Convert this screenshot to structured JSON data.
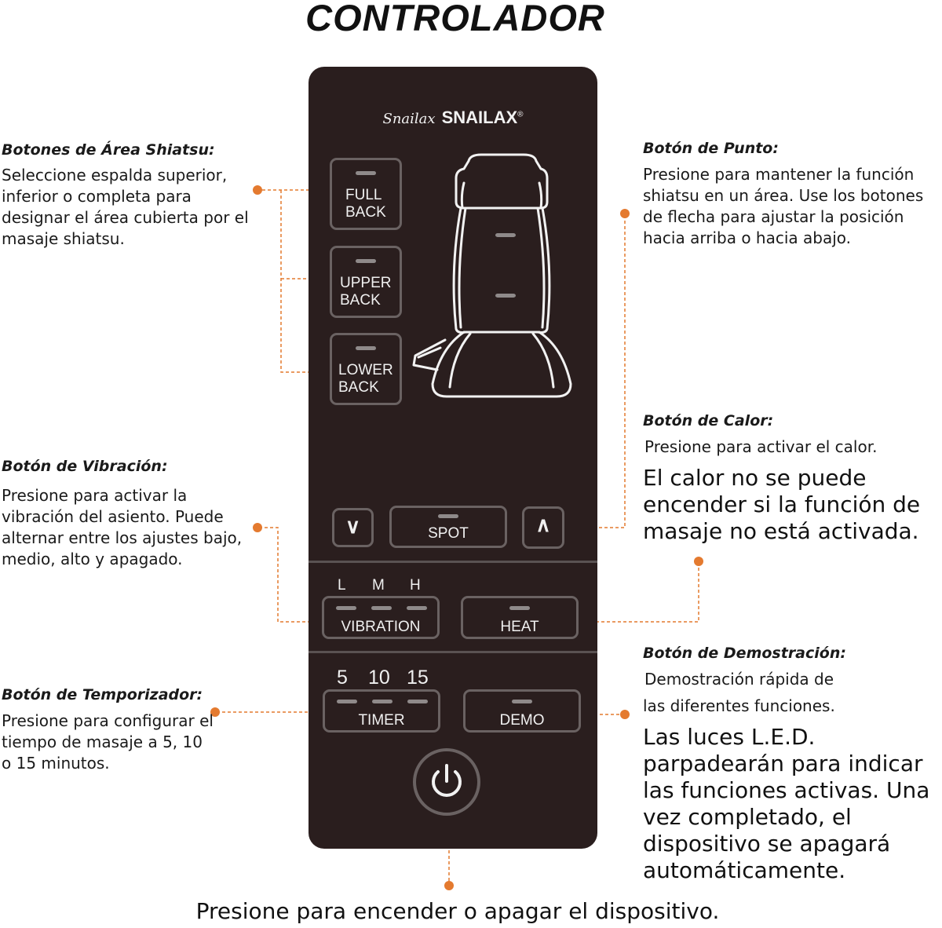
{
  "title": "CONTROLADOR",
  "brand": {
    "mark": "Snailax",
    "name": "SNAILAX",
    "registered": "®"
  },
  "buttons": {
    "full_back": [
      "FULL",
      "BACK"
    ],
    "upper_back": [
      "UPPER",
      "BACK"
    ],
    "lower_back": [
      "LOWER",
      "BACK"
    ],
    "spot": "SPOT",
    "down_arrow": "∨",
    "up_arrow": "∧",
    "vibration": "VIBRATION",
    "heat": "HEAT",
    "timer": "TIMER",
    "demo": "DEMO"
  },
  "vibration_levels": [
    "L",
    "M",
    "H"
  ],
  "timer_values": [
    "5",
    "10",
    "15"
  ],
  "annotations": {
    "shiatsu": {
      "heading": "Botones de Área Shiatsu:",
      "text": "Seleccione espalda superior, inferior o completa para designar el área cubierta por el masaje shiatsu."
    },
    "spot": {
      "heading": "Botón de Punto:",
      "text": "Presione para mantener la función shiatsu en un área. Use los botones de flecha para ajustar la posición hacia arriba o hacia abajo."
    },
    "heat": {
      "heading": "Botón de Calor:",
      "text": "Presione para activar el calor.",
      "note": "El calor no se puede encender si la función de masaje no está activada."
    },
    "vibration": {
      "heading": "Botón de Vibración:",
      "text": "Presione para activar la vibración del asiento. Puede alternar entre los ajustes bajo, medio, alto y apagado."
    },
    "demo": {
      "heading": "Botón de Demostración:",
      "text_line1": "Demostración rápida de",
      "text_line2": "las diferentes funciones.",
      "note": "Las luces L.E.D. parpadearán para indicar las funciones activas. Una vez completado, el dispositivo se apagará automáticamente."
    },
    "timer": {
      "heading": "Botón de Temporizador:",
      "text": "Presione para configurar el tiempo de masaje a 5, 10 o 15 minutos."
    },
    "power": {
      "text": "Presione para encender o apagar el dispositivo."
    }
  },
  "colors": {
    "panel": "#2a1e1e",
    "accent": "#e47a2f",
    "button_border": "#6a6262"
  }
}
